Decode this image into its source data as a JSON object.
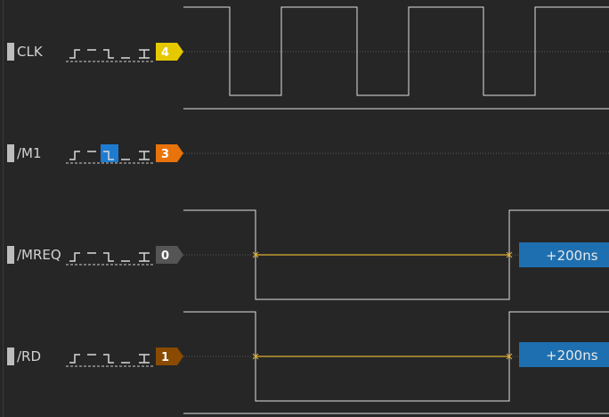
{
  "channels": [
    {
      "name": "/RD",
      "index": "1",
      "color": "#8a4a00",
      "trigger_selected": null
    },
    {
      "name": "/MREQ",
      "index": "0",
      "color": "#555555",
      "trigger_selected": null
    },
    {
      "name": "/M1",
      "index": "3",
      "color": "#e8730a",
      "trigger_selected": "falling"
    },
    {
      "name": "CLK",
      "index": "4",
      "color": "#e5c800",
      "trigger_selected": null
    }
  ],
  "trigger_options": [
    "rising",
    "high",
    "falling",
    "low",
    "any"
  ],
  "measurements": [
    {
      "channel": "/MREQ",
      "label": "+200ns"
    },
    {
      "channel": "/RD",
      "label": "+200ns"
    }
  ],
  "colors": {
    "background": "#262626",
    "trace": "#e0e0e0",
    "selected_trigger": "#1e7bd0",
    "measure_line": "#e0b030",
    "measure_box": "#1e6fb0"
  }
}
